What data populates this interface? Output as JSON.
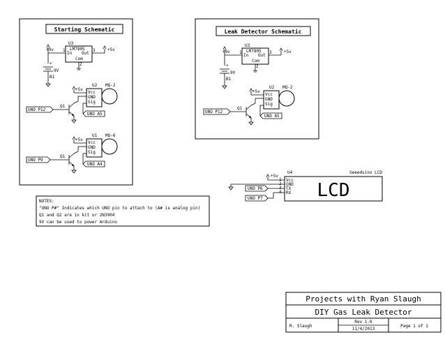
{
  "starting_schematic": {
    "title": "Starting Schematic",
    "u3": {
      "ref": "U3",
      "part": "LM7805",
      "in": "In",
      "out": "Out",
      "com": "Com",
      "pin1": "1",
      "pin2": "2",
      "pin3": "3"
    },
    "pwr_in": "+9v",
    "pwr_out": "+5v",
    "battery": {
      "ref": "B1",
      "value": "9V",
      "plus": "+"
    },
    "sensor1": {
      "ref": "U2",
      "model": "MQ-2",
      "vcc": "Vcc",
      "gnd": "GND",
      "sig": "Sig",
      "pwr": "+5v",
      "q": "Q1",
      "label_in": "UNO P12",
      "label_out": "UNO A5"
    },
    "sensor2": {
      "ref": "U1",
      "model": "MQ-6",
      "vcc": "Vcc",
      "gnd": "GND",
      "sig": "Sig",
      "pwr": "+5v",
      "q": "Q1",
      "label_in": "UNO P9",
      "label_out": "UNO A4"
    }
  },
  "leak_schematic": {
    "title": "Leak Detector Schematic",
    "u3": {
      "ref": "U3",
      "part": "LM7805",
      "in": "In",
      "out": "Out",
      "com": "Com",
      "pin1": "1",
      "pin2": "2",
      "pin3": "3"
    },
    "pwr_in": "+9v",
    "pwr_out": "+5v",
    "battery": {
      "ref": "B1",
      "value": "9V",
      "plus": "+"
    },
    "sensor": {
      "ref": "U2",
      "model": "MQ-2",
      "vcc": "Vcc",
      "gnd": "GND",
      "sig": "Sig",
      "pwr": "+5v",
      "q": "Q1",
      "label_in": "UNO P12",
      "label_out": "UNO A5"
    }
  },
  "lcd": {
    "ref": "U4",
    "name": "Seeeduino LCD",
    "text": "LCD",
    "pwr": "+5v",
    "pins": [
      {
        "num": "1",
        "name": "Vcc"
      },
      {
        "num": "2",
        "name": "GND"
      },
      {
        "num": "3",
        "name": "TX"
      },
      {
        "num": "4",
        "name": "RX"
      }
    ],
    "label_tx": "UNO P6",
    "label_rx": "UNO P7"
  },
  "notes": {
    "title": "NOTES:",
    "lines": [
      "\"UNO P#\" Indicates which UNO pin to attach to (A# is analog pin)",
      "Q1 and Q2 are in kit or 2N3904",
      "9V can be used to power Arduino"
    ]
  },
  "title_block": {
    "company": "Projects with Ryan Slaugh",
    "project": "DIY Gas Leak Detector",
    "author": "R. Slaugh",
    "rev": "Rev 1.0",
    "date": "11/4/2013",
    "page": "Page 1 of 1"
  }
}
